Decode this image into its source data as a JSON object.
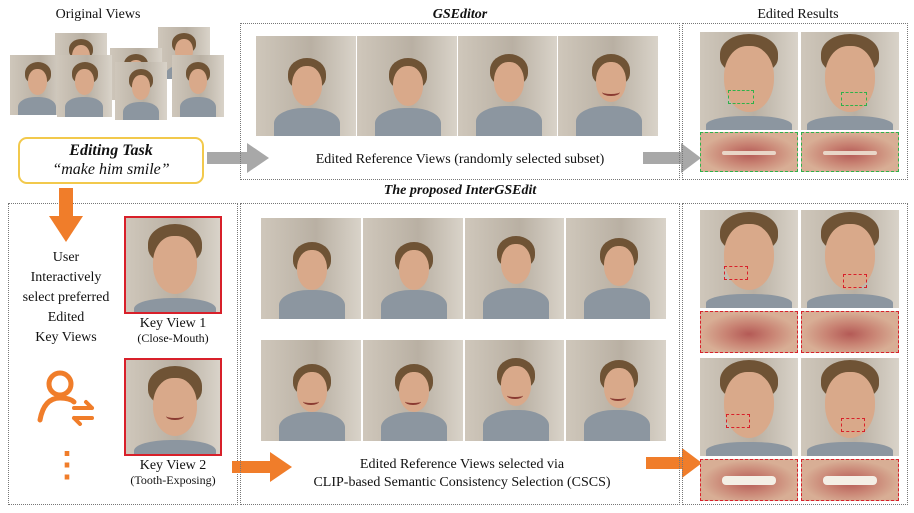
{
  "header": {
    "original_views": "Original Views",
    "gseditor": "GSEditor",
    "edited_results": "Edited Results"
  },
  "editing_task": {
    "title": "Editing Task",
    "prompt": "“make him smile”"
  },
  "gseditor_caption": "Edited Reference Views (randomly selected subset)",
  "proposed_title": "The proposed InterGSEdit",
  "user_instruction": [
    "User",
    "Interactively",
    "select preferred",
    "Edited",
    "Key Views"
  ],
  "key_view_1": {
    "name": "Key View 1",
    "desc": "(Close-Mouth)"
  },
  "key_view_2": {
    "name": "Key View 2",
    "desc": "(Tooth-Exposing)"
  },
  "ellipsis": "⋮",
  "cscs_caption": [
    "Edited Reference Views selected via",
    "CLIP-based Semantic Consistency Selection (CSCS)"
  ],
  "icons": {
    "user": "user-switch-icon",
    "arrow": "arrow-right-icon",
    "down": "arrow-down-icon"
  },
  "colors": {
    "orange": "#f07d2a",
    "gray_arrow": "#a8a8a8",
    "green": "#2fb24a",
    "red": "#d8202a",
    "gold": "#f2c94c"
  }
}
